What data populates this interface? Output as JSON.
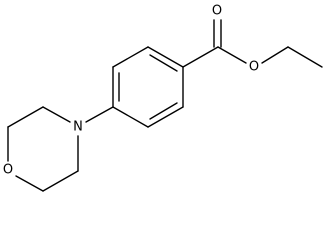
{
  "molecule": {
    "atoms": {
      "o_carbonyl": "O",
      "o_ester": "O",
      "n_morpholine": "N",
      "o_morpholine": "O"
    },
    "colors": {
      "bond": "#000000",
      "label": "#000000",
      "background": "#ffffff"
    }
  }
}
